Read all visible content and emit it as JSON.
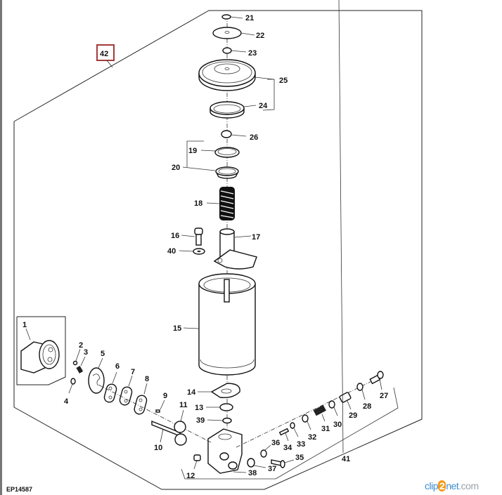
{
  "diagram": {
    "code": "EP14587",
    "assembly_callout": "42",
    "callout_color": "#a33a3a",
    "labels": {
      "p1": "1",
      "p2": "2",
      "p3": "3",
      "p4": "4",
      "p5": "5",
      "p6": "6",
      "p7": "7",
      "p8": "8",
      "p9": "9",
      "p10": "10",
      "p11": "11",
      "p12": "12",
      "p13": "13",
      "p14": "14",
      "p15": "15",
      "p16": "16",
      "p17": "17",
      "p18": "18",
      "p19": "19",
      "p20": "20",
      "p21": "21",
      "p22": "22",
      "p23": "23",
      "p24": "24",
      "p25": "25",
      "p26": "26",
      "p27": "27",
      "p28": "28",
      "p29": "29",
      "p30": "30",
      "p31": "31",
      "p32": "32",
      "p33": "33",
      "p34": "34",
      "p35": "35",
      "p36": "36",
      "p37": "37",
      "p38": "38",
      "p39": "39",
      "p40": "40",
      "p41": "41"
    }
  },
  "watermark": {
    "part1": "clip",
    "part2": "2",
    "part3": "net",
    "part4": ".com"
  }
}
